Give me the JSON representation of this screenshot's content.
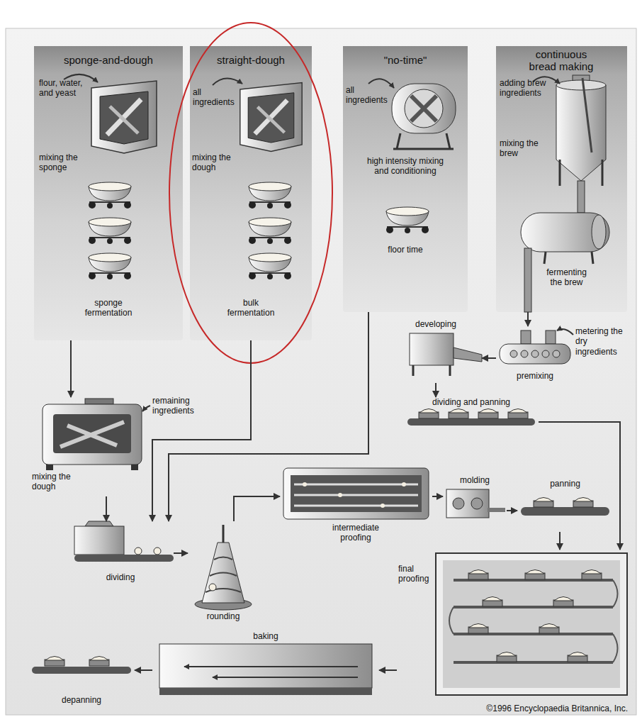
{
  "diagram": {
    "nodes": [
      {
        "text": [
          "sponge-and-dough",
          "flour, water, and yeast",
          "mixing the sponge",
          "sponge fermentation"
        ]
      },
      {
        "text": [
          "straight-dough",
          "all ingredients",
          "mixing the dough",
          "bulk fermentation"
        ]
      },
      {
        "text": [
          "\"no-time\"",
          "all ingredients",
          "high intensity mixing and conditioning",
          "floor time"
        ]
      },
      {
        "text": [
          "continuous bread making",
          "adding brew ingredients",
          "mixing the brew",
          "fermenting the brew"
        ]
      },
      {
        "text": [
          "mixing the dough"
        ]
      },
      {
        "text": [
          "dividing"
        ]
      },
      {
        "text": [
          "rounding"
        ]
      },
      {
        "text": [
          "intermediate proofing"
        ]
      },
      {
        "text": [
          "molding"
        ]
      },
      {
        "text": [
          "panning"
        ]
      },
      {
        "text": [
          "final proofing"
        ]
      },
      {
        "text": [
          "baking"
        ]
      },
      {
        "text": [
          "depanning"
        ]
      },
      {
        "text": [
          "developing"
        ]
      },
      {
        "text": [
          "metering the dry ingredients",
          "premixing"
        ]
      },
      {
        "text": [
          "dividing and panning"
        ]
      }
    ],
    "edges": [
      {
        "from": 0,
        "to": 4,
        "arrow": "to"
      },
      {
        "from": 4,
        "to": 5,
        "arrow": "to"
      },
      {
        "from": 1,
        "to": 5,
        "arrow": "to"
      },
      {
        "from": 2,
        "to": 5,
        "arrow": "to"
      },
      {
        "from": 5,
        "to": 6,
        "arrow": "to"
      },
      {
        "from": 6,
        "to": 7,
        "arrow": "to"
      },
      {
        "from": 7,
        "to": 8,
        "arrow": "to"
      },
      {
        "from": 8,
        "to": 9,
        "arrow": "to"
      },
      {
        "from": 3,
        "to": 14,
        "arrow": "to"
      },
      {
        "from": 14,
        "to": 13,
        "arrow": "to"
      },
      {
        "from": 13,
        "to": 15,
        "arrow": "to"
      },
      {
        "from": 15,
        "to": 10,
        "arrow": "to"
      },
      {
        "from": 9,
        "to": 10,
        "arrow": "to"
      },
      {
        "from": 10,
        "to": 11,
        "arrow": "to"
      },
      {
        "from": 11,
        "to": 12,
        "arrow": "to"
      }
    ],
    "labels": [
      "remaining ingredients",
      "©1996 Encyclopaedia Britannica, Inc."
    ]
  }
}
